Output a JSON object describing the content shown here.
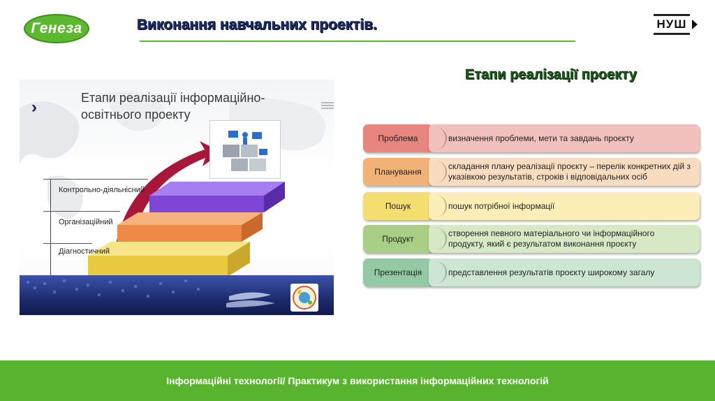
{
  "header": {
    "logo_text": "Генеза",
    "title": "Виконання навчальних проектів.",
    "nush_logo_text": "НУШ"
  },
  "image": {
    "title": "Етапи реалізації інформаційно-освітнього  проекту",
    "steps": [
      {
        "label": "Контрольно-діяльнісний",
        "color": "#8a4fe0"
      },
      {
        "label": "Організаційний",
        "color": "#ef8a3c"
      },
      {
        "label": "Діагностичний",
        "color": "#f1d54a"
      }
    ]
  },
  "stages": {
    "title": "Етапи реалізації проекту",
    "items": [
      {
        "label": "Проблема",
        "description": "визначення проблеми, мети та завдань проєкту",
        "color": "#e8857f",
        "light": "#f3c1bd"
      },
      {
        "label": "Планування",
        "description": "складання плану реалізації проєкту – перелік конкретних дій з указівкою результатів, строків і відповідальних осіб",
        "color": "#f0b276",
        "light": "#f8dcc0"
      },
      {
        "label": "Пошук",
        "description": "пошук потрібної інформації",
        "color": "#f5de70",
        "light": "#fbefb7"
      },
      {
        "label": "Продукт",
        "description": "створення певного матеріального чи інформаційного продукту, який є результатом виконання проєкту",
        "color": "#a9cf86",
        "light": "#d6e8c4"
      },
      {
        "label": "Презентація",
        "description": "представлення результатів проєкту широкому загалу",
        "color": "#93c9a3",
        "light": "#cde6d3"
      }
    ]
  },
  "footer": {
    "text": "Інформаційні технології/ Практикум з використання інформаційних технологій"
  }
}
